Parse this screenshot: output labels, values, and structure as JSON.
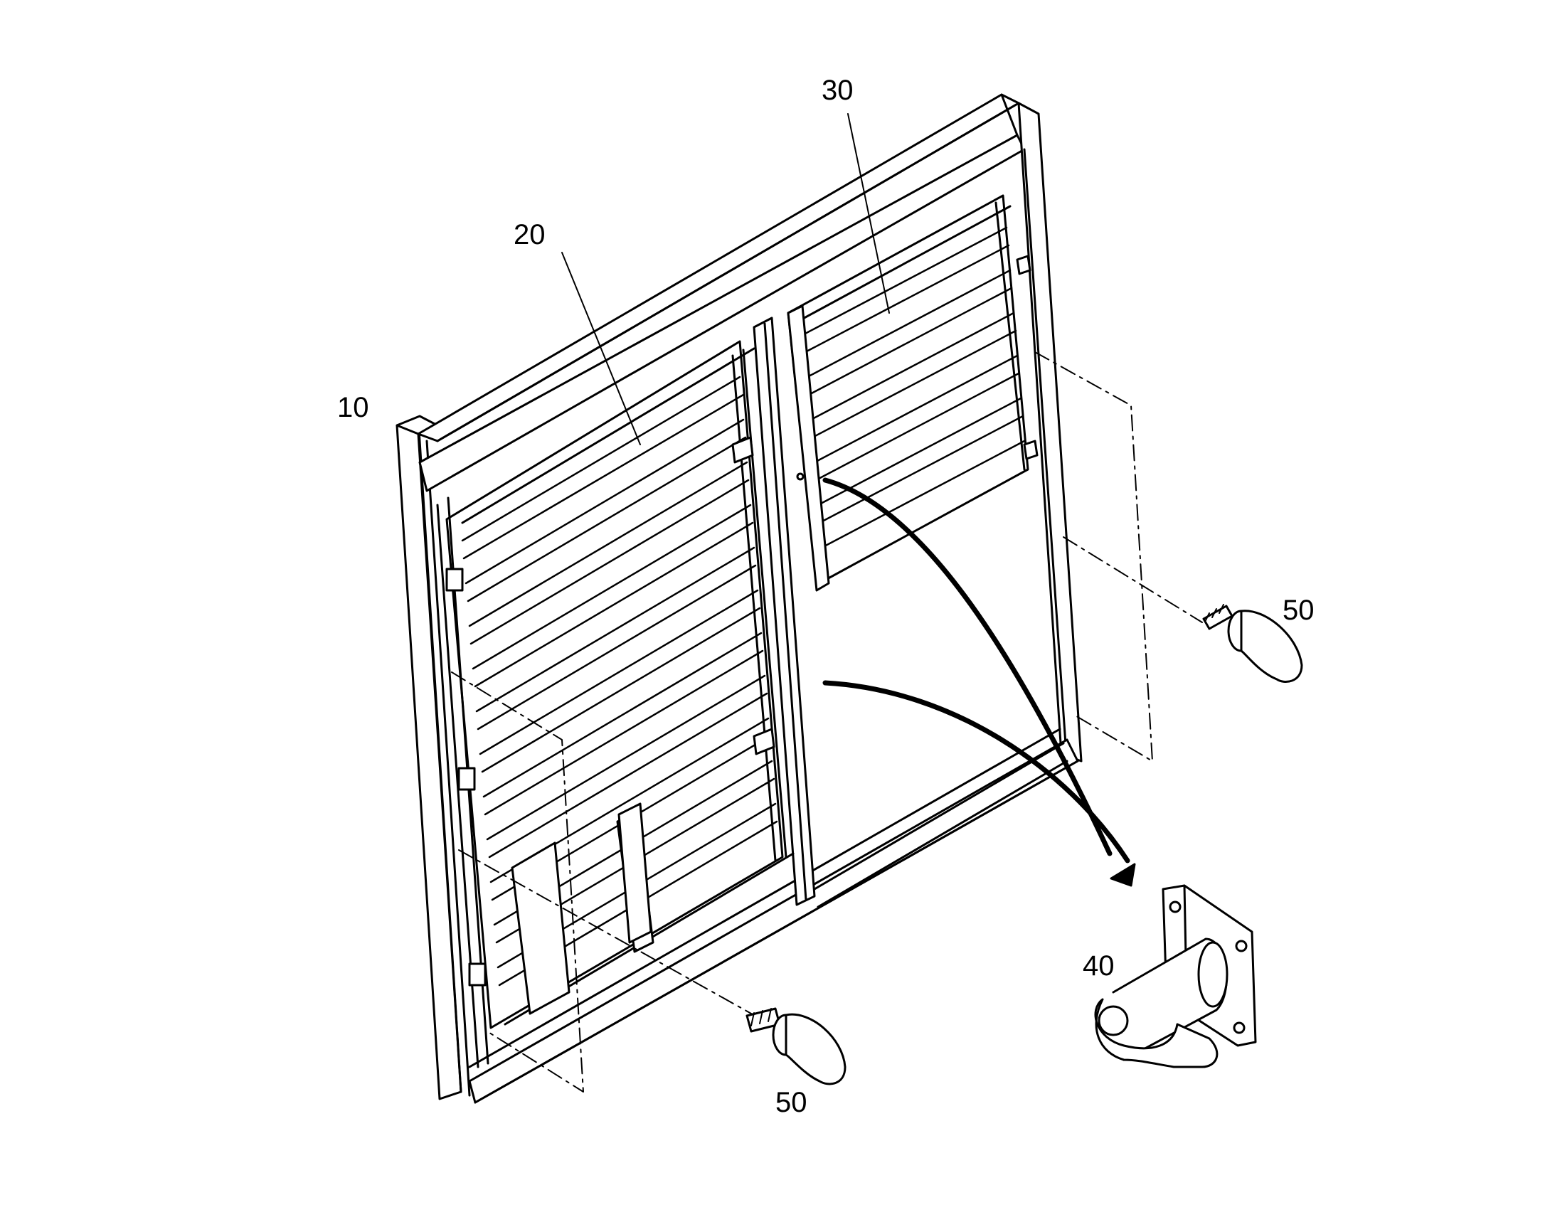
{
  "figure": {
    "labels": {
      "frame": "10",
      "left_panel": "20",
      "right_panel": "30",
      "hinge_bracket": "40",
      "stopper_right": "50",
      "stopper_bottom": "50"
    },
    "colors": {
      "line": "#000000",
      "background": "#ffffff"
    }
  }
}
